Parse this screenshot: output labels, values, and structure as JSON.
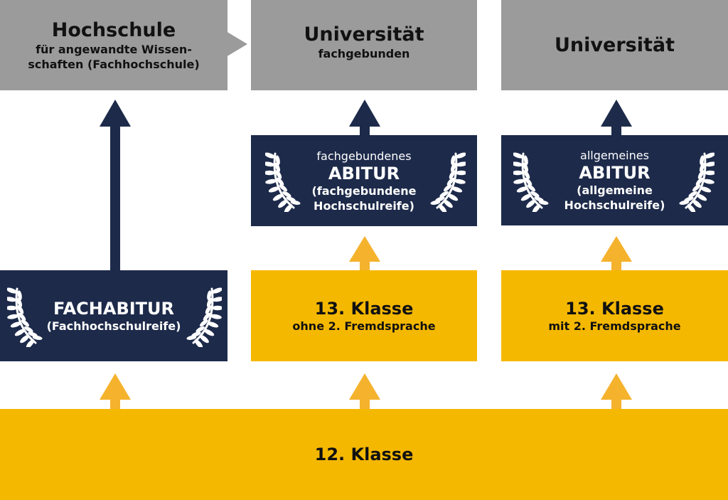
{
  "colors": {
    "gray": "#9b9b9b",
    "navy": "#1d2a4a",
    "yellow": "#f5b800",
    "yellow_arrow": "#f5b22d"
  },
  "top": {
    "hochschule": {
      "title": "Hochschule",
      "line1": "für angewandte Wissen-",
      "line2": "schaften (Fachhochschule)"
    },
    "uni_fach": {
      "title": "Universität",
      "sub": "fachgebunden"
    },
    "uni_allg": {
      "title": "Universität"
    }
  },
  "middle": {
    "fach_abitur": {
      "pre": "fachgebundenes",
      "title": "ABITUR",
      "line1": "(fachgebundene",
      "line2": "Hochschulreife)"
    },
    "allg_abitur": {
      "pre": "allgemeines",
      "title": "ABITUR",
      "line1": "(allgemeine",
      "line2": "Hochschulreife)"
    }
  },
  "lower": {
    "fachabitur": {
      "title": "FACHABITUR",
      "sub": "(Fachhochschulreife)"
    },
    "klasse13_ohne": {
      "title": "13. Klasse",
      "sub": "ohne 2. Fremdsprache"
    },
    "klasse13_mit": {
      "title": "13. Klasse",
      "sub": "mit 2. Fremdsprache"
    }
  },
  "bottom": {
    "klasse12": "12. Klasse"
  },
  "icons": [
    "laurel-wreath-icon",
    "arrow-up-icon",
    "arrow-right-icon"
  ]
}
